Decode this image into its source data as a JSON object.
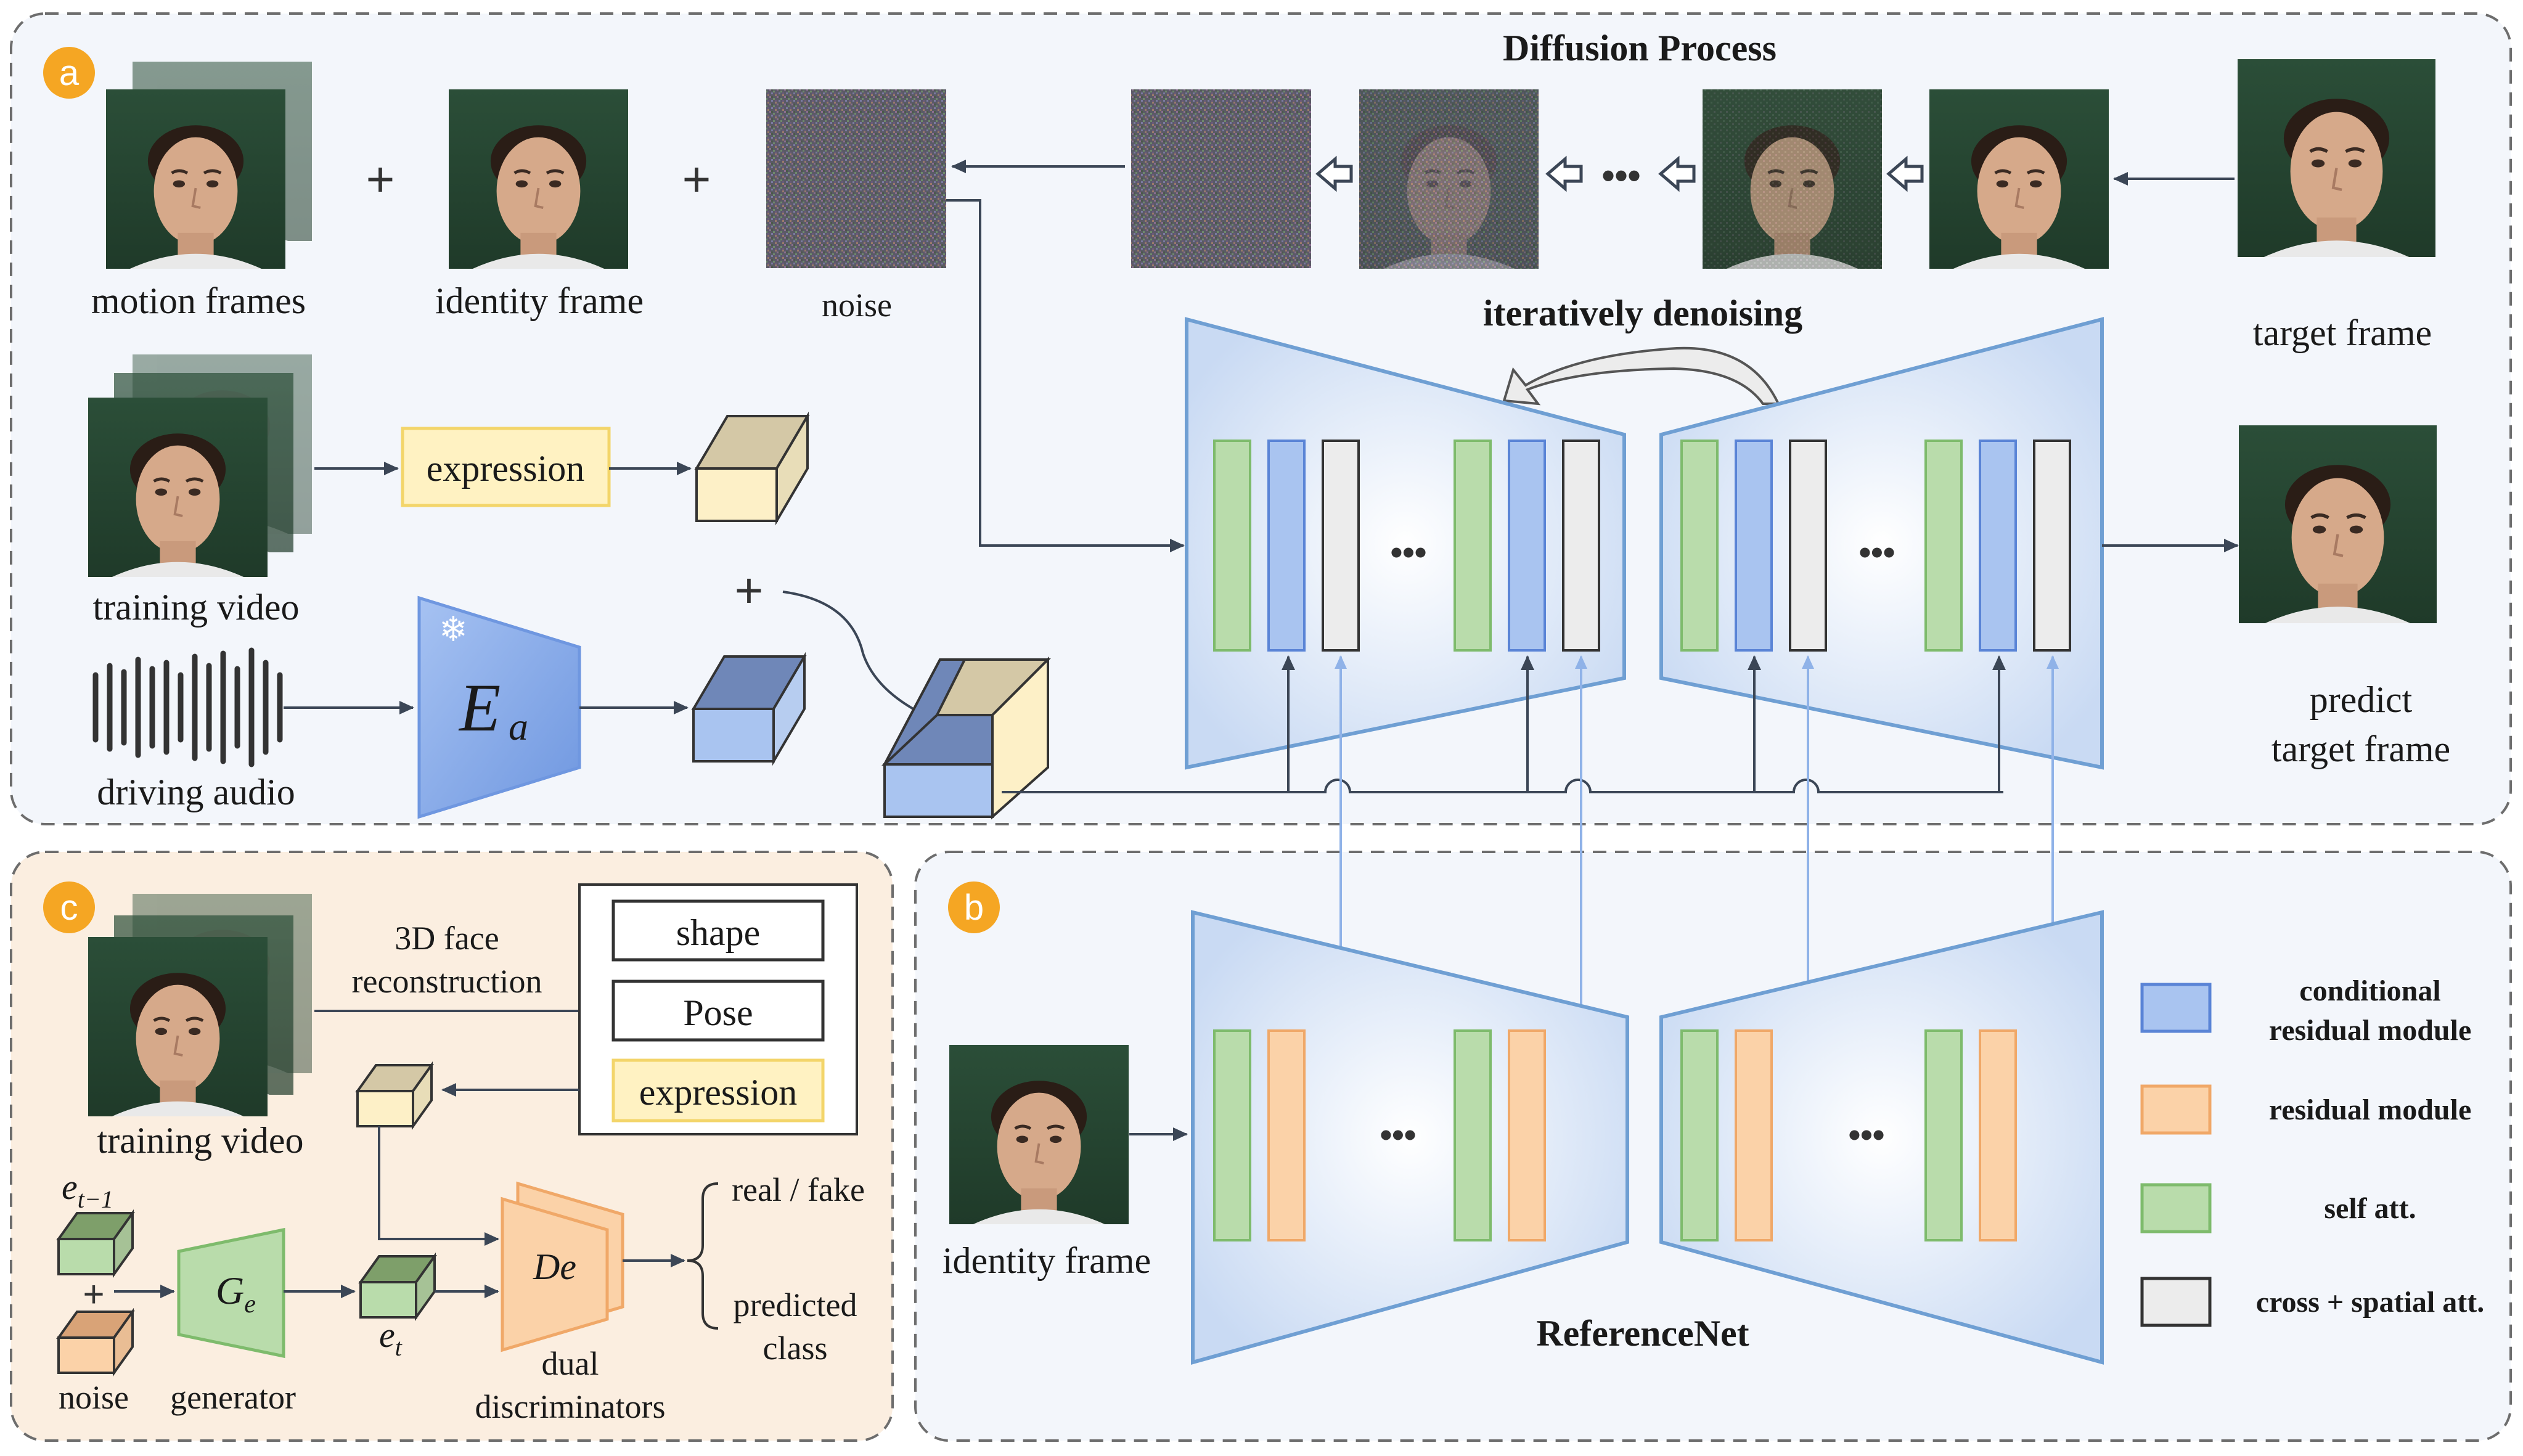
{
  "panels": {
    "a": {
      "badge": "a",
      "title": "Diffusion Process",
      "denoise_label": "iteratively denoising"
    },
    "b": {
      "badge": "b",
      "title": "ReferenceNet"
    },
    "c": {
      "badge": "c"
    }
  },
  "labels": {
    "motion_frames": "motion frames",
    "identity_frame": "identity frame",
    "noise": "noise",
    "target_frame": "target frame",
    "training_video": "training video",
    "expression": "expression",
    "driving_audio": "driving audio",
    "predict_1": "predict",
    "predict_2": "target frame",
    "identity_frame_b": "identity frame",
    "audio_encoder": "E",
    "audio_encoder_sub": "a",
    "plus": "+",
    "dots": "•••"
  },
  "panel_c": {
    "training_video": "training video",
    "recon_1": "3D face",
    "recon_2": "reconstruction",
    "shape": "shape",
    "pose": "Pose",
    "expression": "expression",
    "e_prev": "e",
    "e_prev_sub": "t−1",
    "noise": "noise",
    "generator_sym": "G",
    "generator_sub": "e",
    "generator": "generator",
    "e_t": "e",
    "e_t_sub": "t",
    "disc_sym": "De",
    "dual_1": "dual",
    "dual_2": "discriminators",
    "real_fake": "real / fake",
    "predicted_1": "predicted",
    "predicted_2": "class"
  },
  "legend": [
    {
      "label1": "conditional",
      "label2": "residual module",
      "color": "#a9c4f0",
      "stroke": "#5a84d6"
    },
    {
      "label1": "residual module",
      "label2": "",
      "color": "#fbd2a8",
      "stroke": "#f0a868"
    },
    {
      "label1": "self att.",
      "label2": "",
      "color": "#b9dcab",
      "stroke": "#7ebb6c"
    },
    {
      "label1": "cross + spatial att.",
      "label2": "",
      "color": "#ececec",
      "stroke": "#333333"
    }
  ],
  "colors": {
    "panel_a_bg": "#f3f6fb",
    "panel_b_bg": "#f3f6fb",
    "panel_c_bg": "#fbeee0",
    "badge": "#f5a623",
    "unet_fill": "#dce7f8",
    "unet_stroke": "#6f9fd3",
    "arrow": "#3b4656"
  }
}
